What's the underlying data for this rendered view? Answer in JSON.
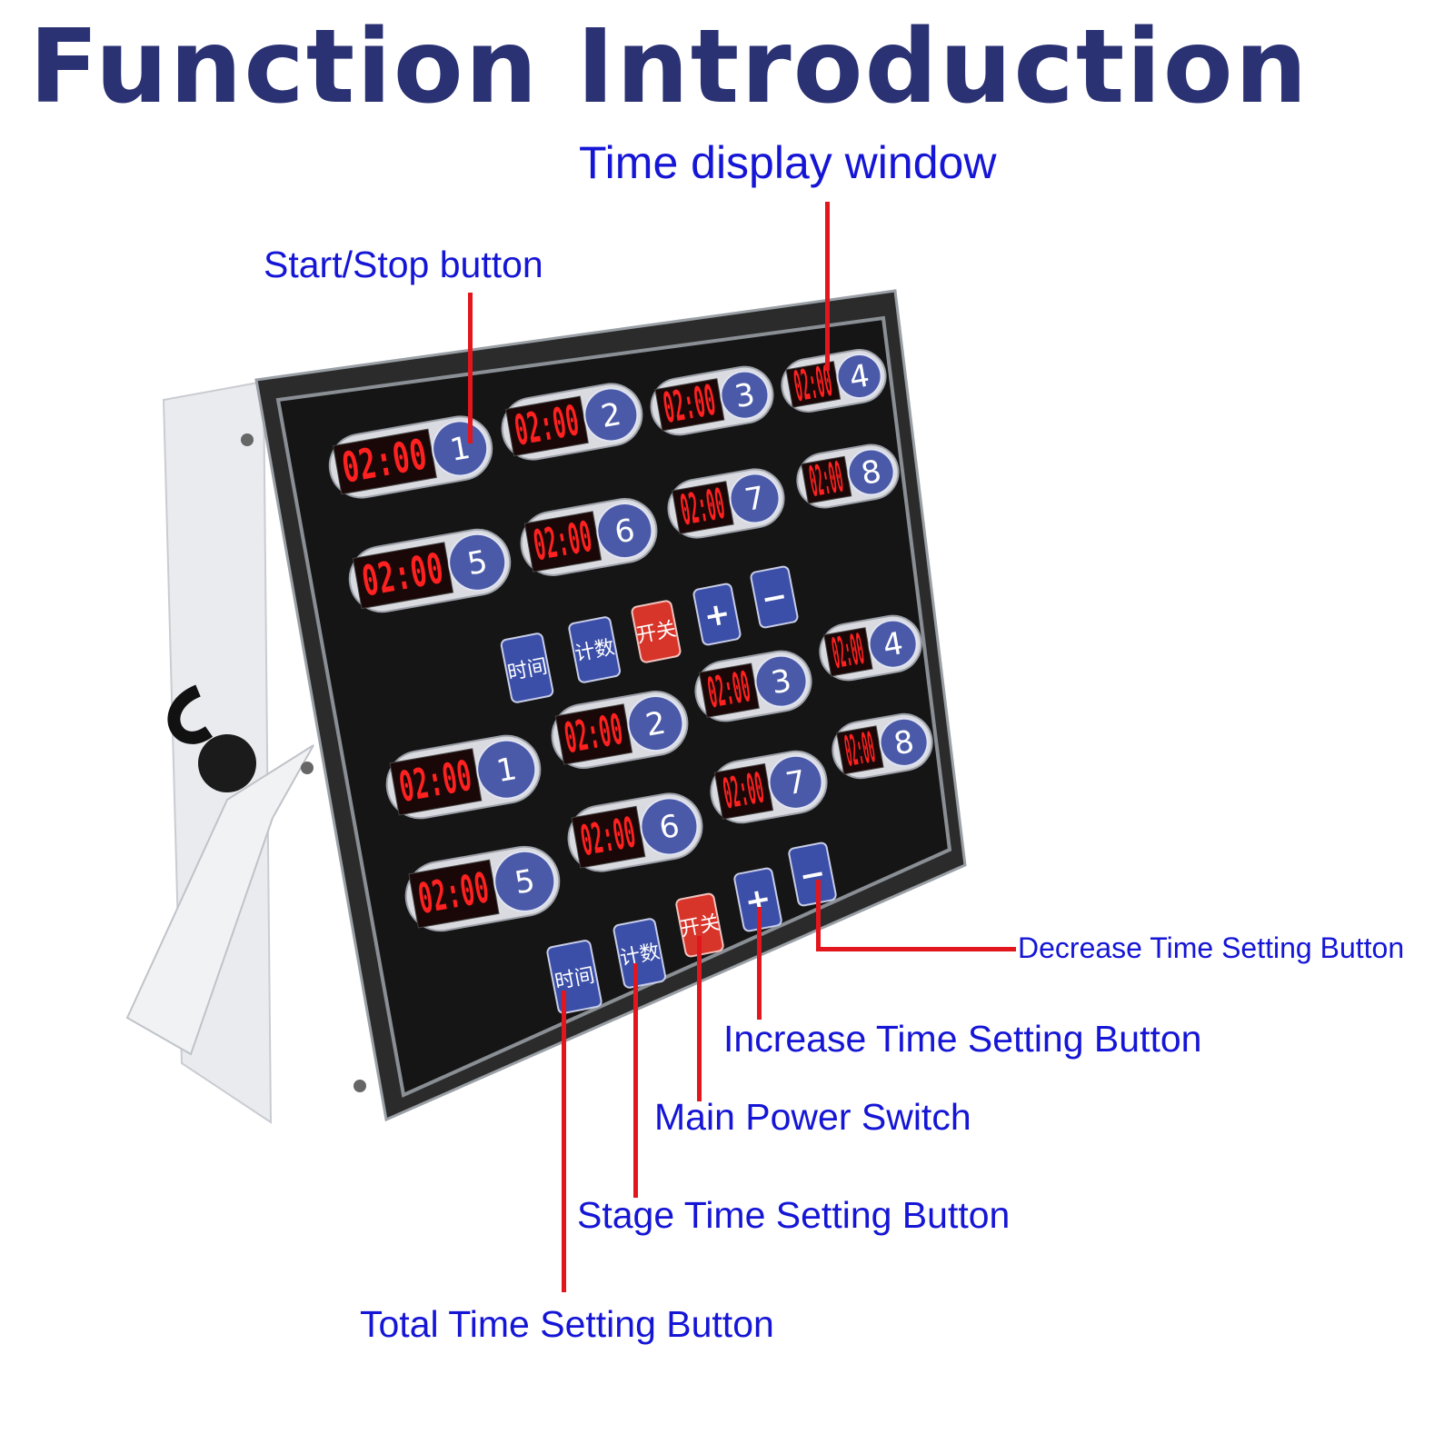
{
  "title": "Function Introduction",
  "callouts": {
    "time_display": "Time display window",
    "start_stop": "Start/Stop button",
    "decrease": "Decrease Time Setting Button",
    "increase": "Increase Time Setting Button",
    "power": "Main Power Switch",
    "stage": "Stage Time Setting Button",
    "total": "Total Time Setting Button"
  },
  "device": {
    "timer_reading": "02:00",
    "upper_bank": [
      {
        "number": "1",
        "reading": "02:00"
      },
      {
        "number": "2",
        "reading": "02:00"
      },
      {
        "number": "3",
        "reading": "02:00"
      },
      {
        "number": "4",
        "reading": "02:00"
      },
      {
        "number": "5",
        "reading": "02:00"
      },
      {
        "number": "6",
        "reading": "02:00"
      },
      {
        "number": "7",
        "reading": "02:00"
      },
      {
        "number": "8",
        "reading": "02:00"
      }
    ],
    "lower_bank": [
      {
        "number": "1",
        "reading": "02:00"
      },
      {
        "number": "2",
        "reading": "02:00"
      },
      {
        "number": "3",
        "reading": "02:00"
      },
      {
        "number": "4",
        "reading": "02:00"
      },
      {
        "number": "5",
        "reading": "02:00"
      },
      {
        "number": "6",
        "reading": "02:00"
      },
      {
        "number": "7",
        "reading": "02:00"
      },
      {
        "number": "8",
        "reading": "02:00"
      }
    ],
    "keys": {
      "total": "时间",
      "stage": "计数",
      "power": "开关",
      "plus": "+",
      "minus": "−"
    }
  },
  "colors": {
    "title": "#2b3273",
    "callout_text": "#1515d6",
    "leader": "#e4161d",
    "panel": "#151515",
    "digits": "#ff2020",
    "blue_key": "#3b4fa8",
    "power_key": "#d8352a"
  }
}
